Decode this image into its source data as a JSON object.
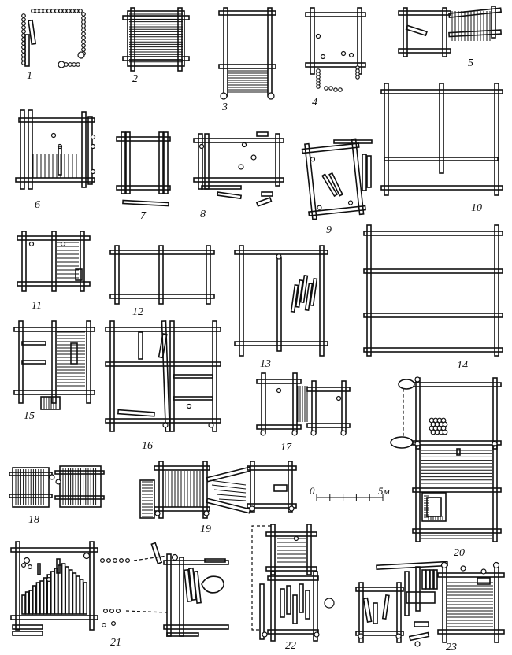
{
  "figure_labels": [
    "1",
    "2",
    "3",
    "4",
    "5",
    "6",
    "7",
    "8",
    "9",
    "10",
    "11",
    "12",
    "13",
    "14",
    "15",
    "16",
    "17",
    "18",
    "19",
    "20",
    "21",
    "22",
    "23"
  ],
  "scale": {
    "zero": "0",
    "end": "5м"
  }
}
